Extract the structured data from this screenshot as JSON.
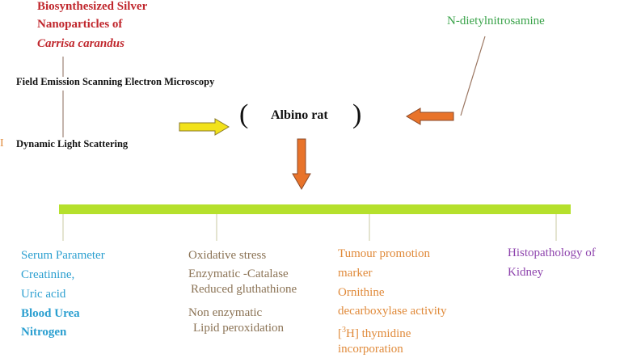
{
  "inputs": {
    "title_line1": "Biosynthesized Silver",
    "title_line2": "Nanoparticles of",
    "title_line3": "Carrisa carandus",
    "fesem": "Field Emission Scanning Electron Microscopy",
    "dls": "Dynamic Light Scattering",
    "stray_mark": "I",
    "inducer": "N-dietylnitrosamine"
  },
  "center": {
    "label": "Albino rat",
    "paren_left": "(",
    "paren_right": ")"
  },
  "branches": {
    "serum": {
      "line1": "Serum Parameter",
      "line2": "Creatinine,",
      "line3": "Uric acid",
      "line4": "Blood Urea",
      "line5": "Nitrogen"
    },
    "oxidative": {
      "line1": "Oxidative stress",
      "line2": "Enzymatic -Catalase",
      "line3": "Reduced gluthathione",
      "line4": "Non enzymatic",
      "line5": "Lipid peroxidation"
    },
    "tumour": {
      "line1": "Tumour promotion",
      "line2": "marker",
      "line3": "Ornithine",
      "line4": "decarboxylase activity",
      "line5_pre": "[",
      "line5_sup": "3",
      "line5_post": "H] thymidine",
      "line6": "incorporation"
    },
    "histo": {
      "line1": "Histopathology of",
      "line2": "Kidney"
    }
  },
  "colors": {
    "bar": "#b5e02c",
    "arrow_yellow": "#f2e21a",
    "arrow_orange": "#e8732a",
    "line_brown": "#9a7560",
    "tick": "#c9c9a0"
  }
}
